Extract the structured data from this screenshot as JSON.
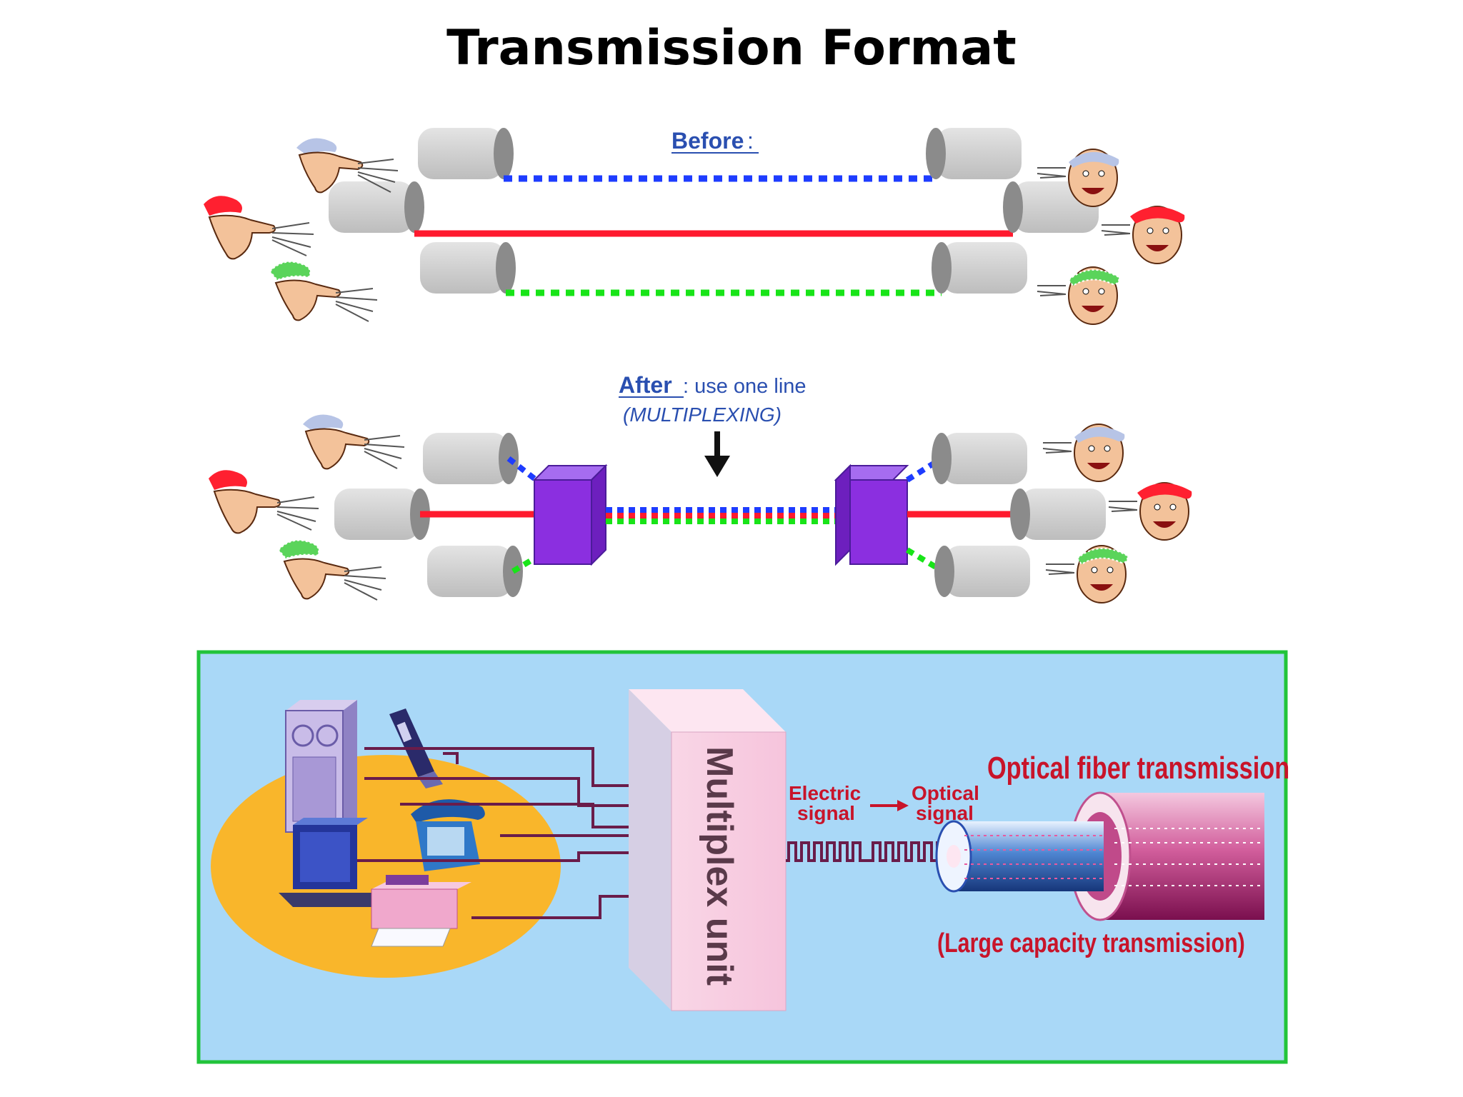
{
  "title": "Transmission Format",
  "before": {
    "label": "Before",
    "colon": ":"
  },
  "after": {
    "label": "After",
    "note": ": use one line",
    "sub": "(MULTIPLEXING)"
  },
  "mux": {
    "unit_label": "Multiplex unit",
    "electric_label_1": "Electric",
    "electric_label_2": "signal",
    "optical_label_1": "Optical",
    "optical_label_2": "signal",
    "fiber_title": "Optical fiber transmission",
    "fiber_caption": "(Large capacity transmission)"
  },
  "colors": {
    "blue_line": "#1e3cff",
    "red_line": "#ff1a2e",
    "green_line": "#18e418",
    "mux_box": "#8b2fe0",
    "panel_bg": "#a9d8f7",
    "panel_border": "#22c43a",
    "oval": "#f9b62b"
  }
}
